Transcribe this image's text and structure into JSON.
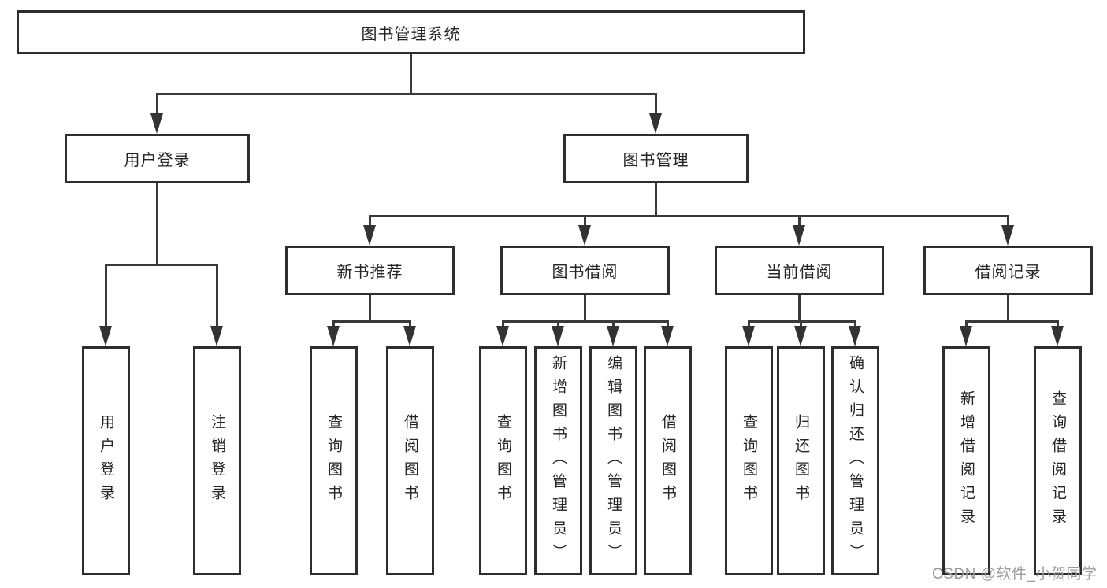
{
  "diagram": {
    "title": "图书管理系统",
    "root": {
      "label": "图书管理系统"
    },
    "level1": [
      {
        "id": "user-login",
        "label": "用户登录"
      },
      {
        "id": "book-management",
        "label": "图书管理"
      }
    ],
    "level2": [
      {
        "id": "new-book-recommend",
        "label": "新书推荐"
      },
      {
        "id": "book-borrow",
        "label": "图书借阅"
      },
      {
        "id": "current-borrow",
        "label": "当前借阅"
      },
      {
        "id": "borrow-records",
        "label": "借阅记录"
      }
    ],
    "leaves": [
      {
        "group": "user-login",
        "label": "用户登录"
      },
      {
        "group": "user-login",
        "label": "注销登录"
      },
      {
        "group": "new-book-recommend",
        "label": "查询图书"
      },
      {
        "group": "new-book-recommend",
        "label": "借阅图书"
      },
      {
        "group": "book-borrow",
        "label": "查询图书"
      },
      {
        "group": "book-borrow",
        "label": "新增图书（管理员）"
      },
      {
        "group": "book-borrow",
        "label": "编辑图书（管理员）"
      },
      {
        "group": "book-borrow",
        "label": "借阅图书"
      },
      {
        "group": "current-borrow",
        "label": "查询图书"
      },
      {
        "group": "current-borrow",
        "label": "归还图书"
      },
      {
        "group": "current-borrow",
        "label": "确认归还（管理员）"
      },
      {
        "group": "borrow-records",
        "label": "新增借阅记录"
      },
      {
        "group": "borrow-records",
        "label": "查询借阅记录"
      }
    ]
  },
  "watermark": {
    "text": "CSDN @软件_小贺同学"
  },
  "colors": {
    "background": "#ffffff",
    "line": "#3a3a3a",
    "box_border": "#2e2e2e",
    "text": "#242424",
    "watermark": "#9b9b9b"
  }
}
